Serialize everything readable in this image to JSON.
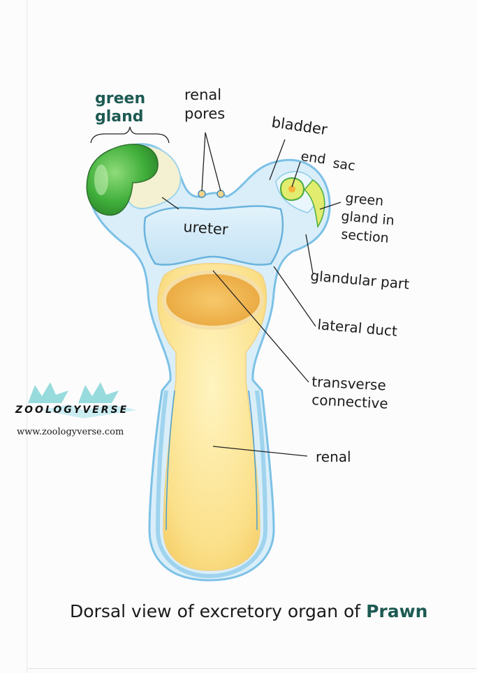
{
  "labels": {
    "green_gland_1": "green",
    "green_gland_2": "gland",
    "renal_pores_1": "renal",
    "renal_pores_2": "pores",
    "bladder": "bladder",
    "end_sac_1": "end",
    "end_sac_2": "sac",
    "gg_section_1": "green",
    "gg_section_2": "gland in",
    "gg_section_3": "section",
    "ureter": "ureter",
    "glandular_part": "glandular part",
    "lateral_duct": "lateral duct",
    "transverse_connective_1": "transverse",
    "transverse_connective_2": "connective",
    "renal": "renal"
  },
  "watermark": {
    "name": "ZOOLOGYVERSE",
    "url": "www.zoologyverse.com"
  },
  "caption": {
    "text": "Dorsal view of excretory organ of",
    "emphasis": "Prawn"
  },
  "colors": {
    "green_gland": "#3fae3a",
    "bladder_blue": "#cde9f7",
    "outline_blue": "#6cb8e0",
    "renal_yellow": "#fbe08a",
    "label_green": "#1d5a52"
  }
}
